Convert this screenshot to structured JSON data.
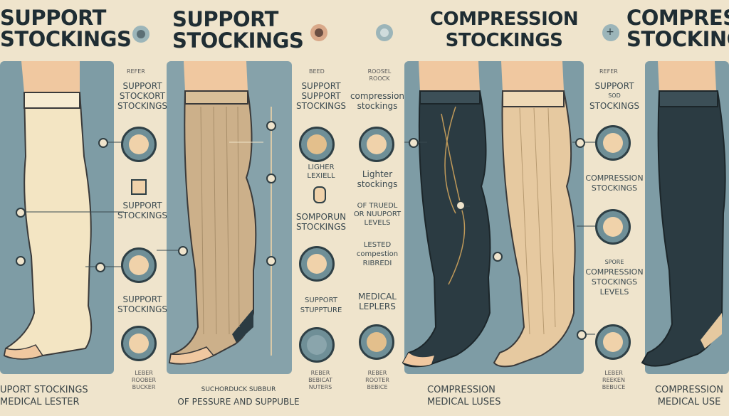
{
  "headers": {
    "support_1": [
      "SUPPORT",
      "STOCKINGS"
    ],
    "support_2": [
      "SUPPORT",
      "STOCKINGS"
    ],
    "compression_1": [
      "COMPRESSION",
      "STOCKINGS"
    ],
    "compression_2": [
      "COMPRES",
      "STOCKING"
    ]
  },
  "labels": {
    "col1": [
      "REFER",
      "SUPPORT",
      "STOCKORT",
      "STOCKINGS",
      "SUPPORT",
      "STOCKINGS",
      "SUPPORT",
      "STOCKINGS",
      "LEBER",
      "ROOBER",
      "BUCKER"
    ],
    "col2": [
      "BEED",
      "SUPPORT",
      "SUPPORT",
      "STOCKINGS",
      "LIGHER",
      "LEXIELL",
      "SOMPORUN",
      "STOCKINGS",
      "SUPPORT",
      "STUPPTURE",
      "REBER",
      "BEBICAT",
      "NUTERS"
    ],
    "col3": [
      "ROOSEL",
      "ROOCK",
      "compression",
      "stockings",
      "Lighter",
      "stockings",
      "OF TRUEDL",
      "OR NUUPORT",
      "LEVELS",
      "LESTED",
      "compestion",
      "RIBREDI",
      "MEDICAL",
      "LEPLERS",
      "REBER",
      "ROOTER",
      "BEBICE"
    ],
    "col4": [
      "REFER",
      "SUPPORT",
      "SOD",
      "STOCKINGS",
      "COMPRESSION",
      "STOCKINGS",
      "SPORE",
      "COMPRESSION",
      "STOCKINGS",
      "LEVELS",
      "LEBER",
      "REEKEN",
      "BEBUCE"
    ]
  },
  "footers": {
    "f1": [
      "UPORT STOCKINGS",
      "MEDICAL LESTER"
    ],
    "f2": [
      "SUCHORDUCK SUBBUR",
      "OF PESSURE AND SUPPUBLE"
    ],
    "f3": [
      "COMPRESSION",
      "MEDICAL LUSES"
    ],
    "f4": [
      "COMPRESSION",
      "MEDICAL USE"
    ]
  },
  "icons": [
    "leg-icon",
    "knee-brace-icon",
    "cross-icon"
  ],
  "colors": {
    "bg": "#efe4cc",
    "panel": "#7e9ca5",
    "dark_stocking": "#2b3b42",
    "beige_stocking": "#ccb08a",
    "cream_stocking": "#f3e5c3",
    "skin": "#f0c8a0"
  }
}
